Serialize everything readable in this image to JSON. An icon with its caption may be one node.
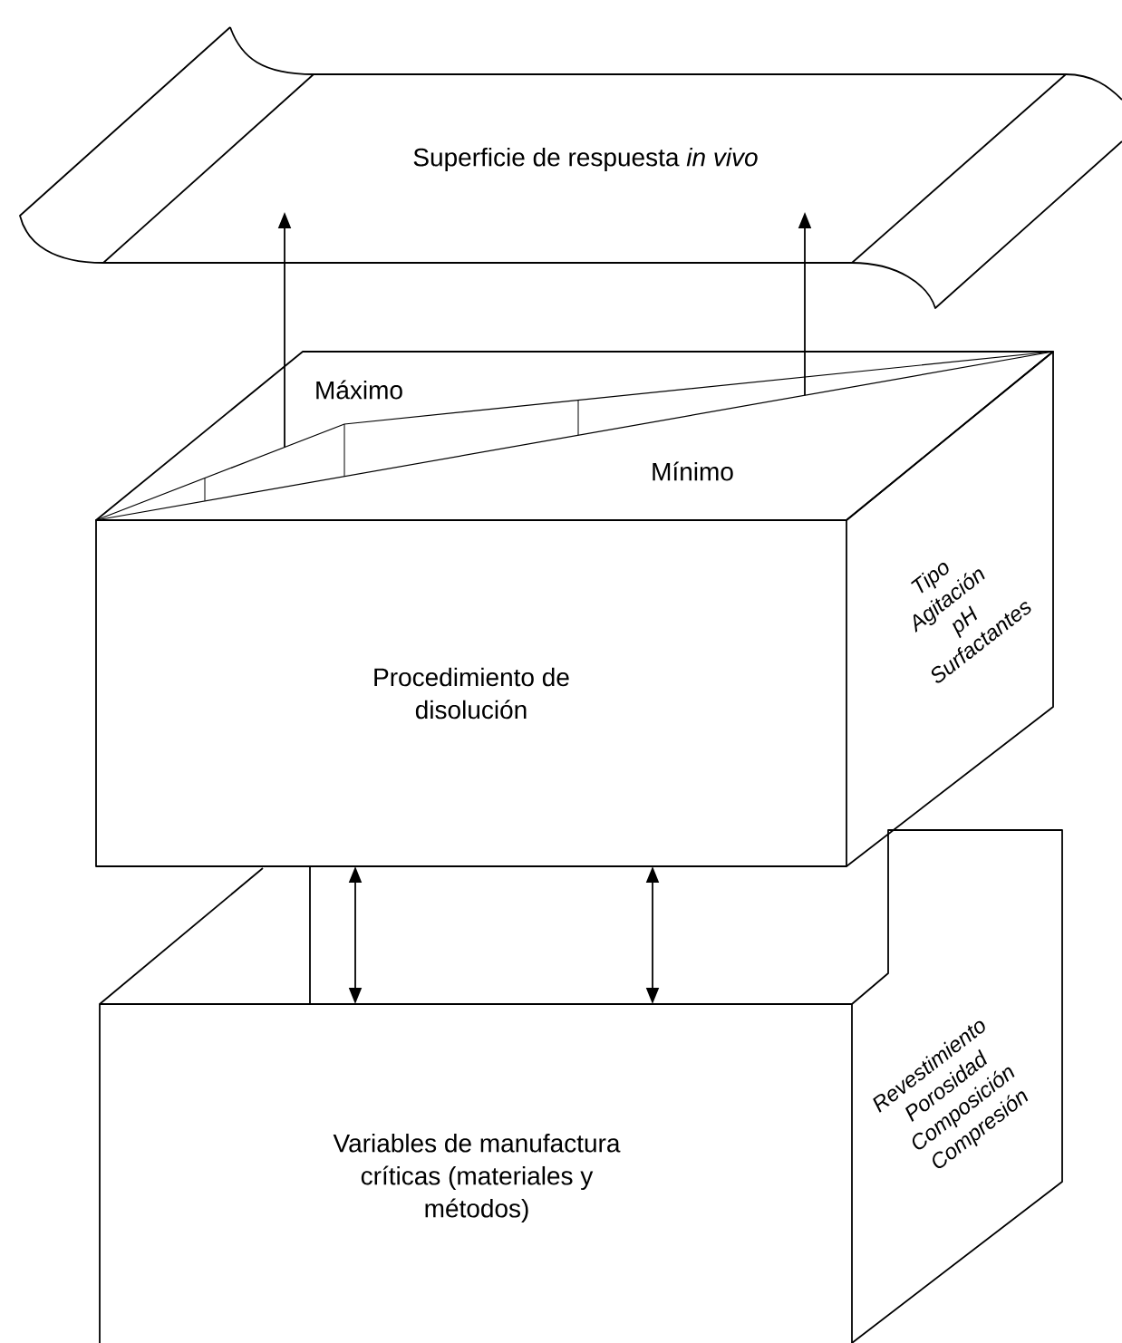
{
  "diagram": {
    "nodes": [
      {
        "text": [
          "Superficie de respuesta *in vivo*"
        ]
      },
      {
        "text": [
          "Máximo",
          "Mínimo"
        ]
      },
      {
        "text": [
          "Procedimiento de disolución"
        ]
      },
      {
        "text": [
          "Tipo",
          "Agitación",
          "pH",
          "Surfactantes"
        ]
      },
      {
        "text": [
          "Variables de manufactura críticas (materiales y métodos)"
        ]
      },
      {
        "text": [
          "Revestimiento",
          "Porosidad",
          "Composición",
          "Compresión"
        ]
      }
    ],
    "edges": [
      {
        "from": 1,
        "to": 0,
        "arrow": "to"
      },
      {
        "from": 1,
        "to": 0,
        "arrow": "to"
      },
      {
        "from": 2,
        "to": 4,
        "arrow": "none"
      },
      {
        "from": 2,
        "to": 4,
        "arrow": "both"
      },
      {
        "from": 2,
        "to": 4,
        "arrow": "both"
      }
    ]
  }
}
